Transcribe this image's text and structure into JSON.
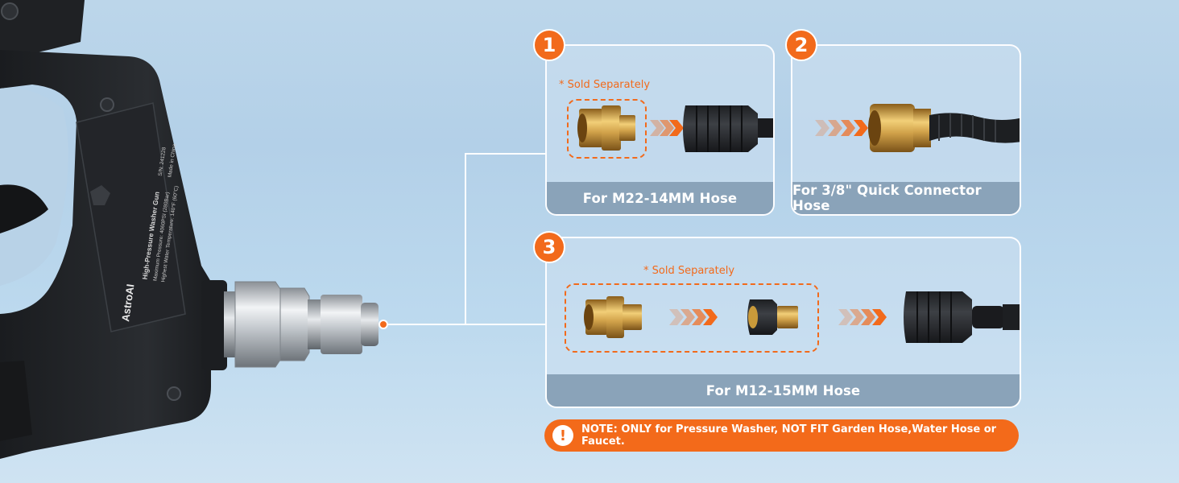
{
  "gun": {
    "brand": "AstroAI",
    "product": "High-Pressure Washer Gun",
    "spec_pressure": "Maximum Pressure: 4060PSI (280Bar)",
    "spec_temp": "Highest Water Temperature: 140°F (60°C)",
    "serial": "S/N: 241228",
    "origin": "Made in China"
  },
  "panels": [
    {
      "number": "1",
      "sold_separately": "* Sold Separately",
      "footer": "For M22-14MM Hose"
    },
    {
      "number": "2",
      "footer": "For 3/8\" Quick Connector Hose"
    },
    {
      "number": "3",
      "sold_separately": "* Sold Separately",
      "footer": "For M12-15MM Hose"
    }
  ],
  "note": {
    "icon": "exclamation-icon",
    "text": "NOTE: ONLY for Pressure Washer, NOT FIT Garden Hose,Water Hose or Faucet."
  },
  "colors": {
    "accent": "#f26a1b",
    "footer": "#8aa3b9",
    "brass": "#c99a3a"
  }
}
